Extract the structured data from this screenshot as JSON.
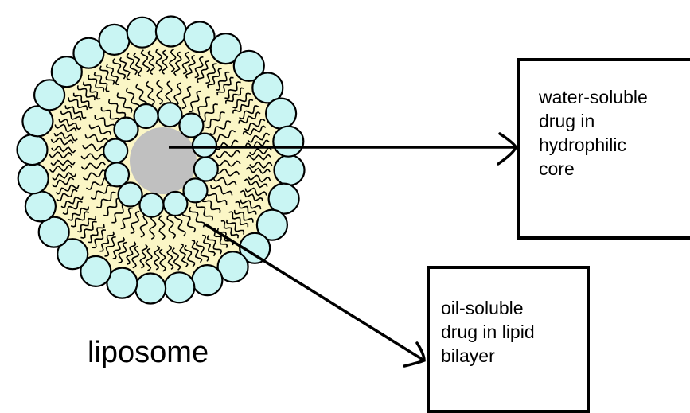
{
  "colors": {
    "head_fill": "#c9f5f3",
    "head_stroke": "#000000",
    "bilayer_fill": "#fbf6c6",
    "core_fill": "#c0c0c0",
    "tail_stroke": "#000000",
    "arrow": "#000000"
  },
  "labels": {
    "liposome": "liposome",
    "core_box": {
      "lines": [
        "water-soluble",
        "drug in",
        "hydrophilic",
        "core"
      ]
    },
    "bilayer_box": {
      "lines": [
        "oil-soluble",
        "drug in lipid",
        "bilayer"
      ]
    }
  }
}
